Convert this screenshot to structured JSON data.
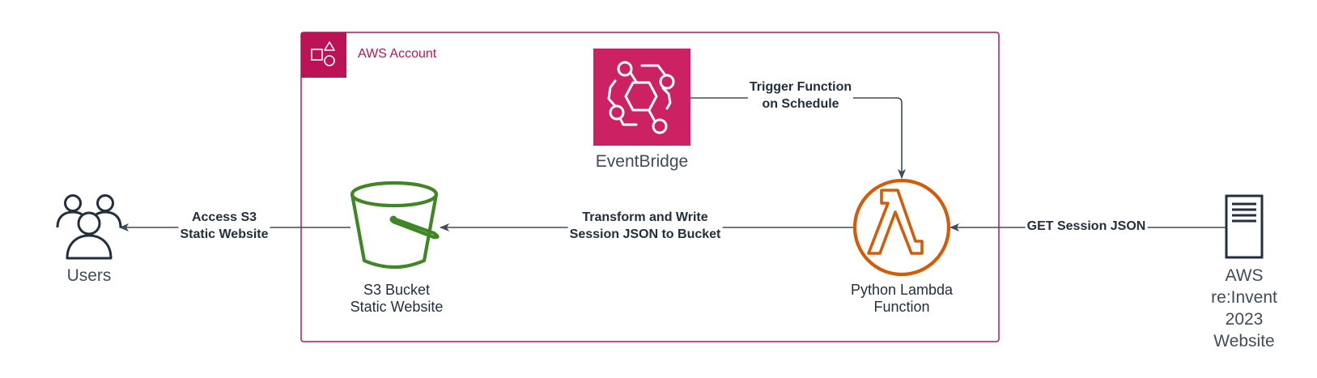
{
  "account": {
    "label": "AWS Account",
    "border_color": "#bc1356"
  },
  "nodes": {
    "users": {
      "label": "Users",
      "icon": "users-icon"
    },
    "s3": {
      "line1": "S3 Bucket",
      "line2": "Static Website",
      "icon": "s3-bucket-icon",
      "color": "#3f8624"
    },
    "eventbridge": {
      "label": "EventBridge",
      "icon": "eventbridge-icon",
      "color": "#cc2264"
    },
    "lambda": {
      "line1": "Python Lambda",
      "line2": "Function",
      "icon": "lambda-icon",
      "color": "#d45b07"
    },
    "website": {
      "line1": "AWS",
      "line2": "re:Invent",
      "line3": "2023",
      "line4": "Website",
      "icon": "server-icon"
    }
  },
  "edges": {
    "s3_to_users": {
      "line1": "Access S3",
      "line2": "Static Website"
    },
    "lambda_to_s3": {
      "line1": "Transform and Write",
      "line2": "Session JSON to Bucket"
    },
    "eventbridge_to_lambda": {
      "line1": "Trigger Function",
      "line2": "on Schedule"
    },
    "website_to_lambda": {
      "label": "GET Session JSON"
    }
  }
}
